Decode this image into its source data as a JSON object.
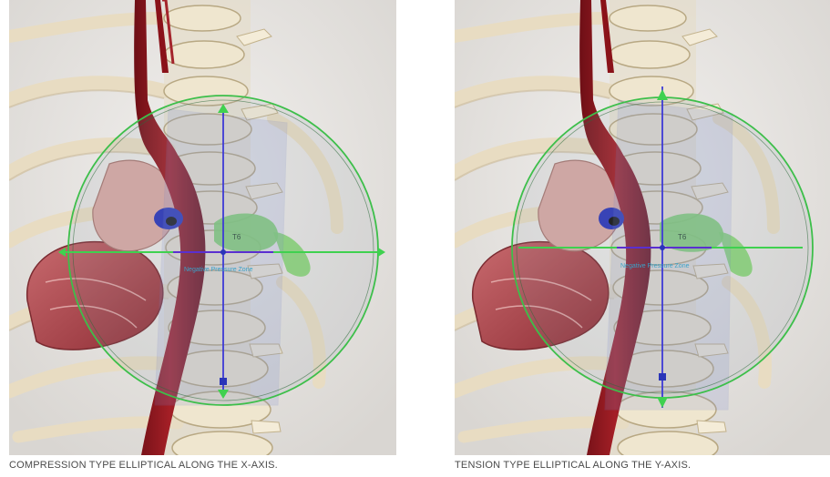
{
  "panels": [
    {
      "id": "left",
      "caption": "COMPRESSION TYPE ELLIPTICAL ALONG THE X-AXIS.",
      "vertebra_label": "T6",
      "overlay_label": "Negative Pressure Zone",
      "gizmo_ring_color": "#3dbf4a",
      "gizmo_axis_x_color": "#3fd14f",
      "gizmo_axis_y_color": "#3d3ad6",
      "highlight_color": "#7ed36a"
    },
    {
      "id": "right",
      "caption": "TENSION TYPE ELLIPTICAL ALONG THE Y-AXIS.",
      "vertebra_label": "T6",
      "overlay_label": "Negative Pressure Zone",
      "gizmo_ring_color": "#3dbf4a",
      "gizmo_axis_x_color": "#3fd14f",
      "gizmo_axis_y_color": "#3d3ad6",
      "highlight_color": "#7ed36a"
    }
  ]
}
